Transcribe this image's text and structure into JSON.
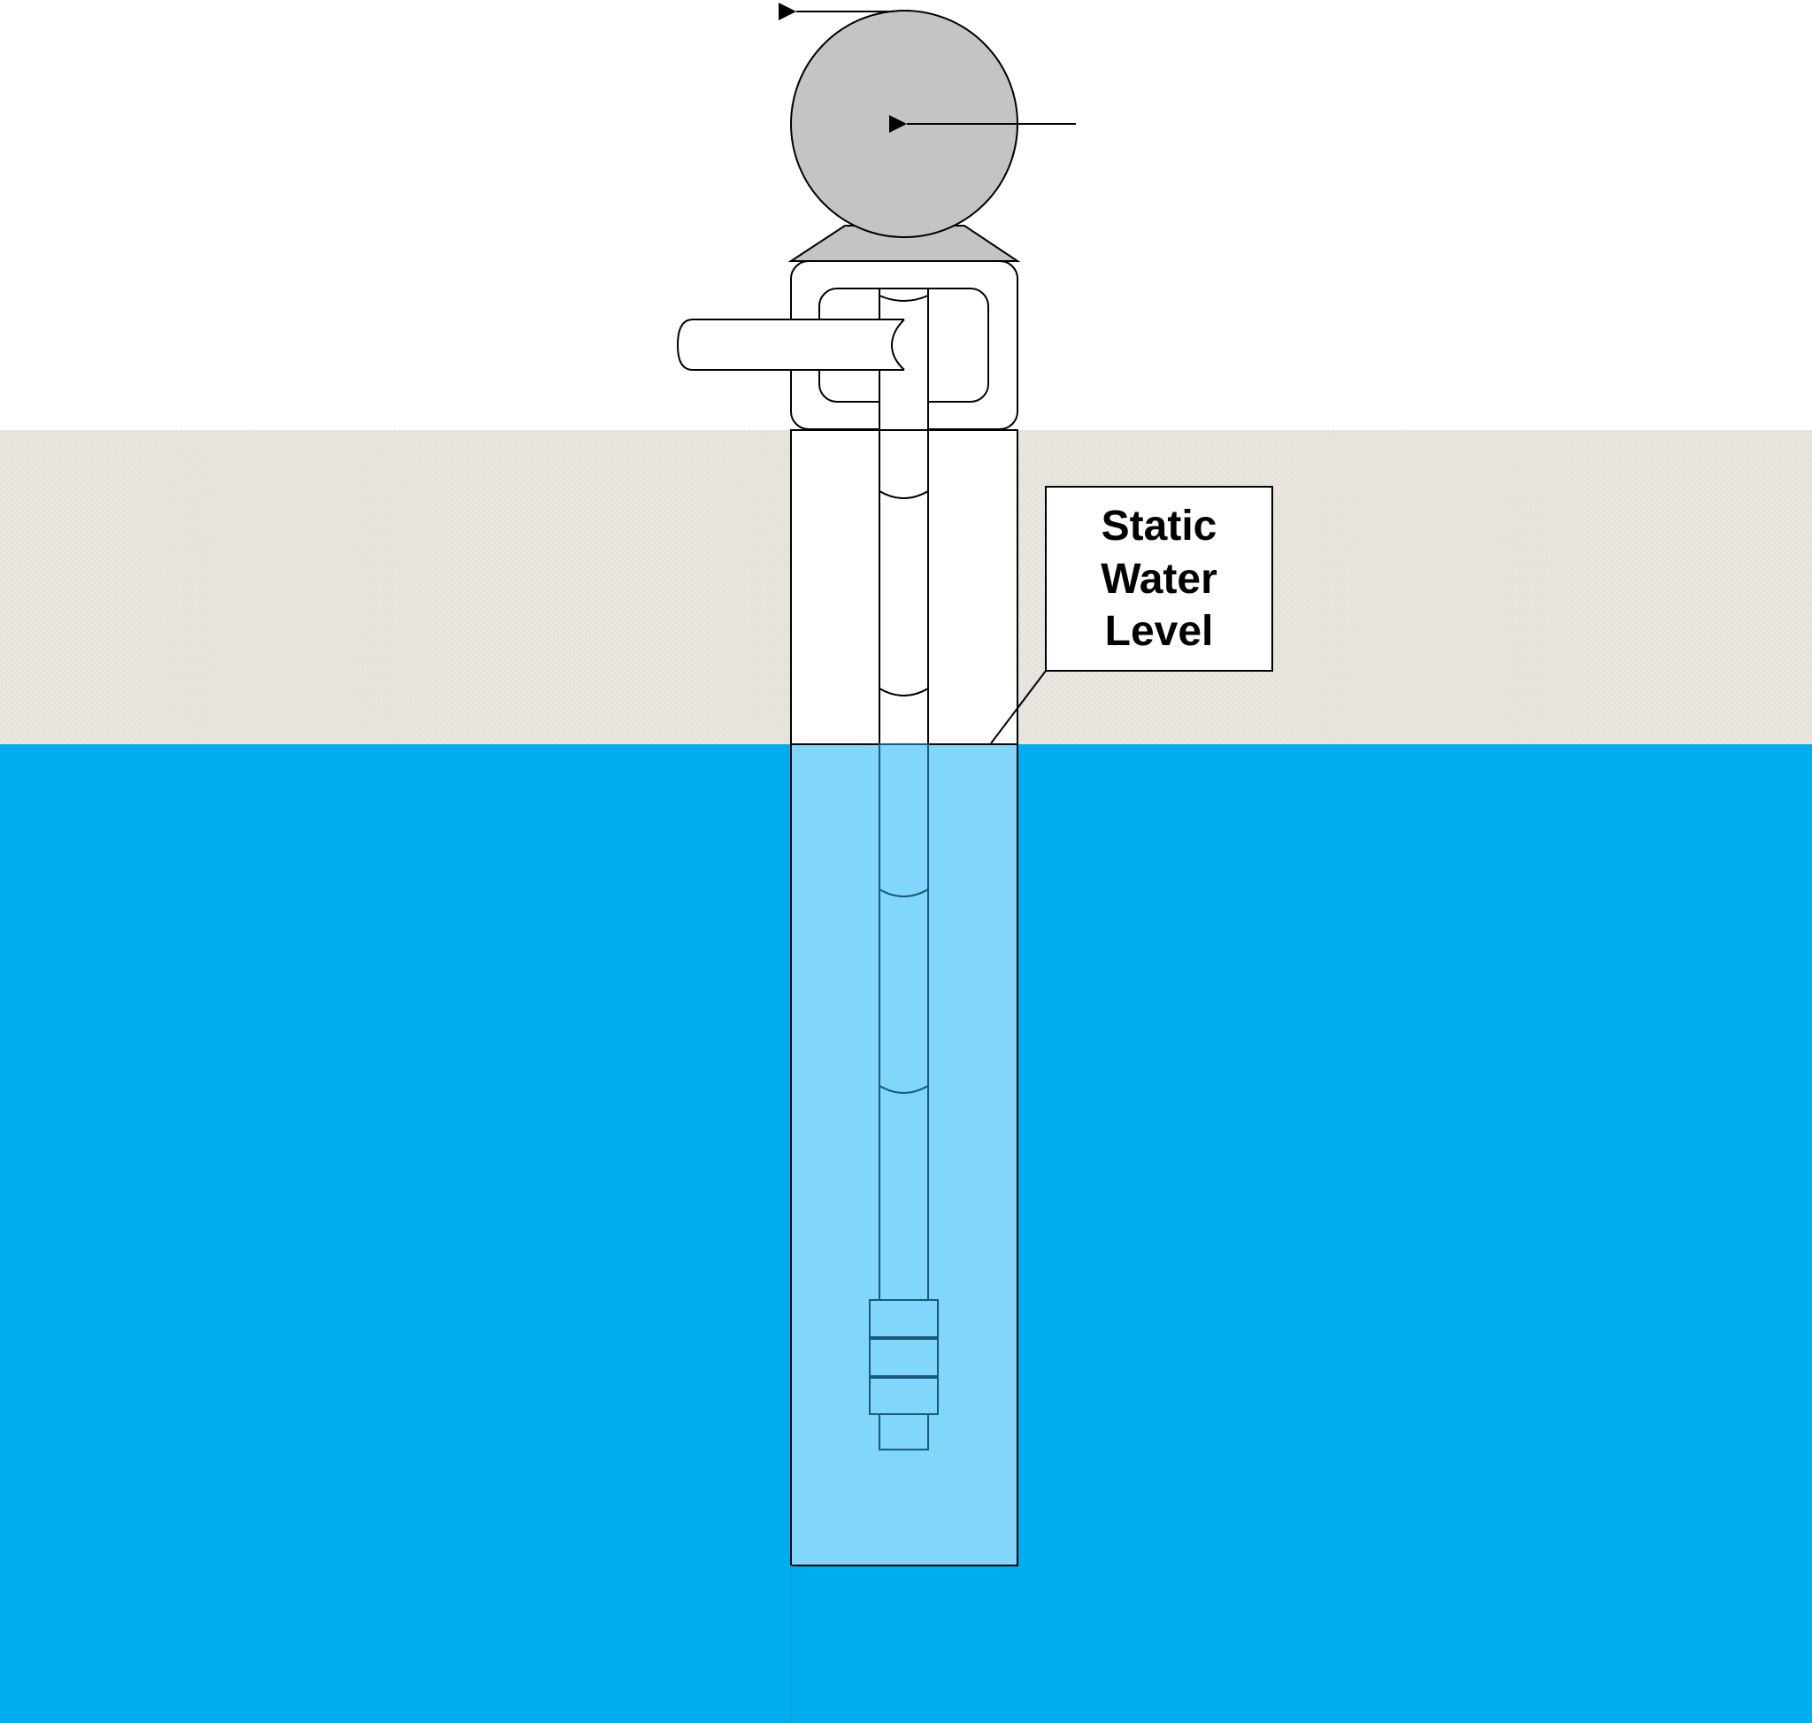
{
  "callout": {
    "lines": [
      "Static",
      "Water",
      "Level"
    ]
  },
  "colors": {
    "soil": "#e8e4de",
    "water": "#00aeef",
    "casing_water": "#80d6fb",
    "drum": "#c4c4c4",
    "outline": "#000000",
    "submerged_outline": "#1a5a7a"
  }
}
